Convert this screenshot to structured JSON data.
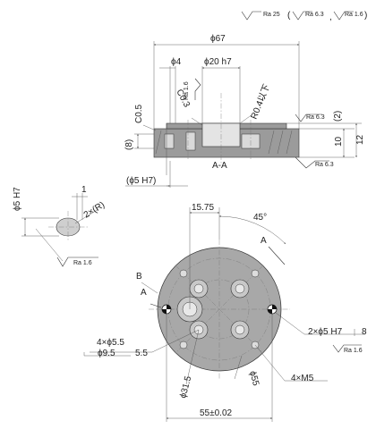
{
  "surface_finish": {
    "general": "Ra 25",
    "mid": "Ra 6.3",
    "fine": "Ra 1.6",
    "paren_open": "(",
    "paren_close": ")",
    "comma": ","
  },
  "section_view": {
    "overall_diameter": "ϕ67",
    "pin_hole_diameter": "ϕ4",
    "bore_diameter": "ϕ20 h7",
    "bore_finish": "Ra 1.6",
    "chamfer_outer": "C0.5",
    "chamfer_inner": "C0.3",
    "fillet": "R0.4以下",
    "step_height": "(8)",
    "total_height": "12",
    "lower_height": "10",
    "upper_step": "(2)",
    "top_finish": "Ra 6.3",
    "bottom_finish": "Ra 6.3",
    "section_label": "A-A",
    "reamed_hole": "(ϕ5 H7)"
  },
  "detail_view": {
    "hole_diameter": "ϕ5 H7",
    "width": "1",
    "radius_note": "2×(R)",
    "finish": "Ra 1.6"
  },
  "plan_view": {
    "offset": "15.75",
    "angle": "45°",
    "section_mark_top": "A",
    "section_mark_left": "A",
    "marker_b": "B",
    "counterbore_qty": "4×ϕ5.5",
    "counterbore_diameter": "ϕ9.5",
    "counterbore_depth": "5.5",
    "pin_hole_note": "2×ϕ5 H7",
    "pin_hole_depth": "8",
    "pcd_small": "ϕ31.5",
    "pcd_large": "ϕ55",
    "thread_note": "4×M5",
    "width_tolerance": "55±0.02"
  }
}
